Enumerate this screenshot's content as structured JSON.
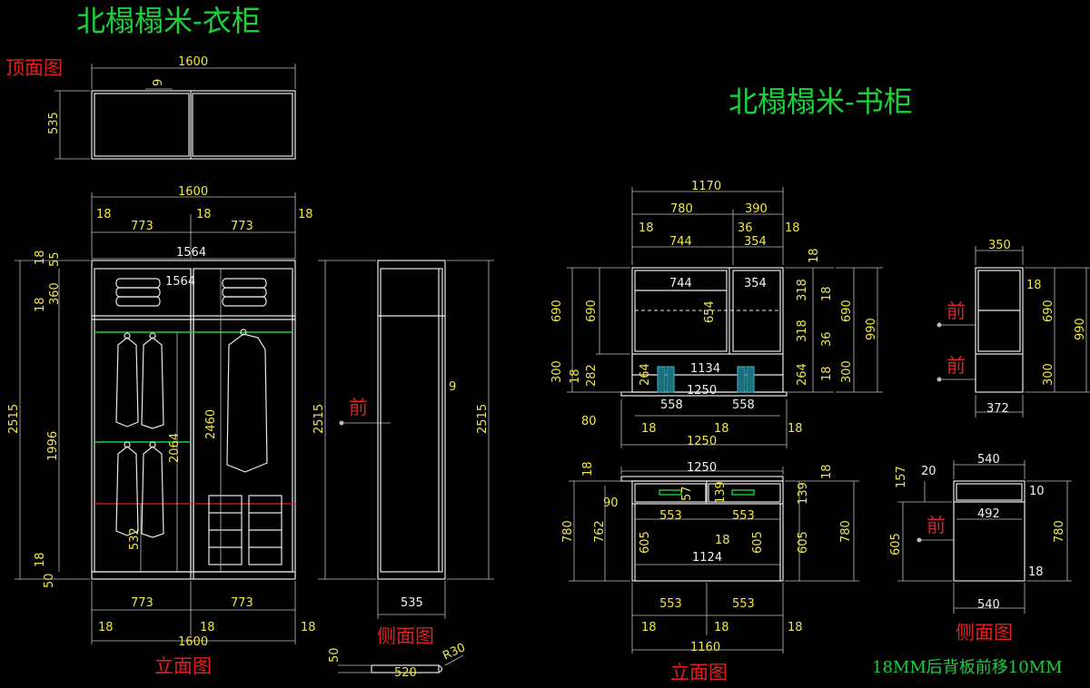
{
  "titles": {
    "wardrobe": "北榻榻米-衣柜",
    "bookcase": "北榻榻米-书柜"
  },
  "labels": {
    "top_view": "顶面图",
    "elevation": "立面图",
    "side_view": "侧面图",
    "front": "前",
    "note": "18MM后背板前移10MM"
  },
  "dims": {
    "w_top_1600": "1600",
    "w_top_9": "9",
    "w_top_535": "535",
    "w_1600a": "1600",
    "w_18a": "18",
    "w_773a": "773",
    "w_18b": "18",
    "w_773b": "773",
    "w_18c": "18",
    "w_1564": "1564",
    "w_1564b": "1564",
    "w_18d": "18",
    "w_55": "55",
    "w_18e": "18",
    "w_360": "360",
    "w_2515": "2515",
    "w_1996": "1996",
    "w_2064": "2064",
    "w_2460": "2460",
    "w_532": "532",
    "w_18f": "18",
    "w_50": "50",
    "w_773c": "773",
    "w_773d": "773",
    "w_18g": "18",
    "w_18h": "18",
    "w_18i": "18",
    "w_1600b": "1600",
    "ws_2515a": "2515",
    "ws_9": "9",
    "ws_2515b": "2515",
    "ws_535": "535",
    "r30": "R30",
    "d_50": "50",
    "d_520": "520",
    "b_1170": "1170",
    "b_780": "780",
    "b_390": "390",
    "b_18a": "18",
    "b_36": "36",
    "b_18b": "18",
    "b_744": "744",
    "b_354": "354",
    "b_18c": "18",
    "b_744i": "744",
    "b_354i": "354",
    "b_654": "654",
    "b_690a": "690",
    "b_690b": "690",
    "b_300": "300",
    "b_18d": "18",
    "b_282": "282",
    "b_264a": "264",
    "b_1134": "1134",
    "b_1250a": "1250",
    "b_558a": "558",
    "b_558b": "558",
    "b_80": "80",
    "b_18e": "18",
    "b_18f": "18",
    "b_18g": "18",
    "b_1250b": "1250",
    "b_318a": "318",
    "b_18h": "18",
    "b_318b": "318",
    "b_36b": "36",
    "b_264b": "264",
    "b_18i": "18",
    "b_690c": "690",
    "b_300b": "300",
    "b_990": "990",
    "bs_350": "350",
    "bs_18": "18",
    "bs_690": "690",
    "bs_300": "300",
    "bs_990": "990",
    "bs_372": "372",
    "d_1250": "1250",
    "d_18a": "18",
    "d_90": "90",
    "d_57": "57",
    "d_139a": "139",
    "d_553a": "553",
    "d_553b": "553",
    "d_18b": "18",
    "d_139b": "139",
    "d_18c": "18",
    "d_780a": "780",
    "d_762": "762",
    "d_605a": "605",
    "d_605b": "605",
    "d_1124": "1124",
    "d_605c": "605",
    "d_780b": "780",
    "d_553c": "553",
    "d_553d": "553",
    "d_18d": "18",
    "d_18e": "18",
    "d_18f": "18",
    "d_1160": "1160",
    "ds_540a": "540",
    "ds_157": "157",
    "ds_20": "20",
    "ds_10": "10",
    "ds_492": "492",
    "ds_605": "605",
    "ds_780": "780",
    "ds_18": "18",
    "ds_540b": "540"
  },
  "colors": {
    "background": "#000000",
    "title": "#19d23c",
    "label": "#e02020",
    "dimension_text": "#f2e64a",
    "line": "#e8e8e8"
  }
}
